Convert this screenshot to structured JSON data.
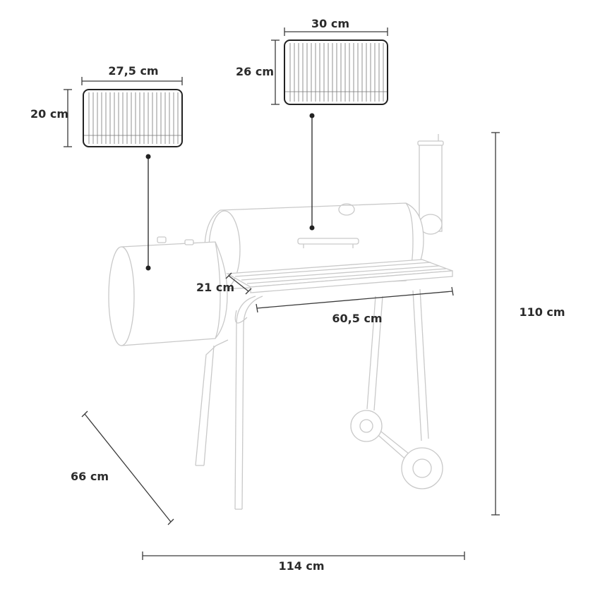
{
  "dimensions": {
    "left_grate_width": "27,5 cm",
    "left_grate_height": "20 cm",
    "right_grate_width": "30 cm",
    "right_grate_height": "26 cm",
    "shelf_depth": "21 cm",
    "shelf_width": "60,5 cm",
    "total_height": "110 cm",
    "total_depth": "66 cm",
    "total_width": "114 cm"
  }
}
